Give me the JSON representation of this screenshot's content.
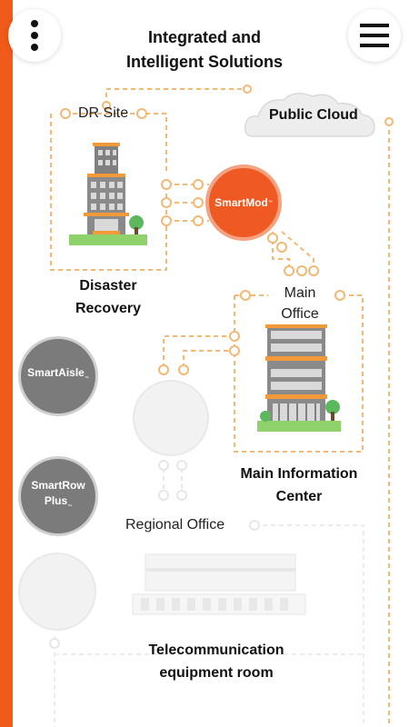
{
  "header": {
    "title_line1": "Integrated and",
    "title_line2": "Intelligent Solutions"
  },
  "icons": {
    "menu_left": "more-vertical-icon",
    "menu_right": "hamburger-menu-icon"
  },
  "colors": {
    "accent": "#f05a1a",
    "dashed_line": "#f3b873",
    "gray_module": "#7b7b7b"
  },
  "diagram": {
    "public_cloud": "Public Cloud",
    "dr_site": "DR Site",
    "disaster_recovery_line1": "Disaster",
    "disaster_recovery_line2": "Recovery",
    "smartmod": "SmartMod",
    "smartmod_tm": "™",
    "main_office_line1": "Main",
    "main_office_line2": "Office",
    "main_info_line1": "Main Information",
    "main_info_line2": "Center",
    "smartaisle": "SmartAisle",
    "smartaisle_tm": "™",
    "smartrow_line1": "SmartRow",
    "smartrow_line2": "Plus",
    "smartrow_tm": "™",
    "regional_office": "Regional Office",
    "telecom_line1": "Telecommunication",
    "telecom_line2": "equipment room"
  }
}
